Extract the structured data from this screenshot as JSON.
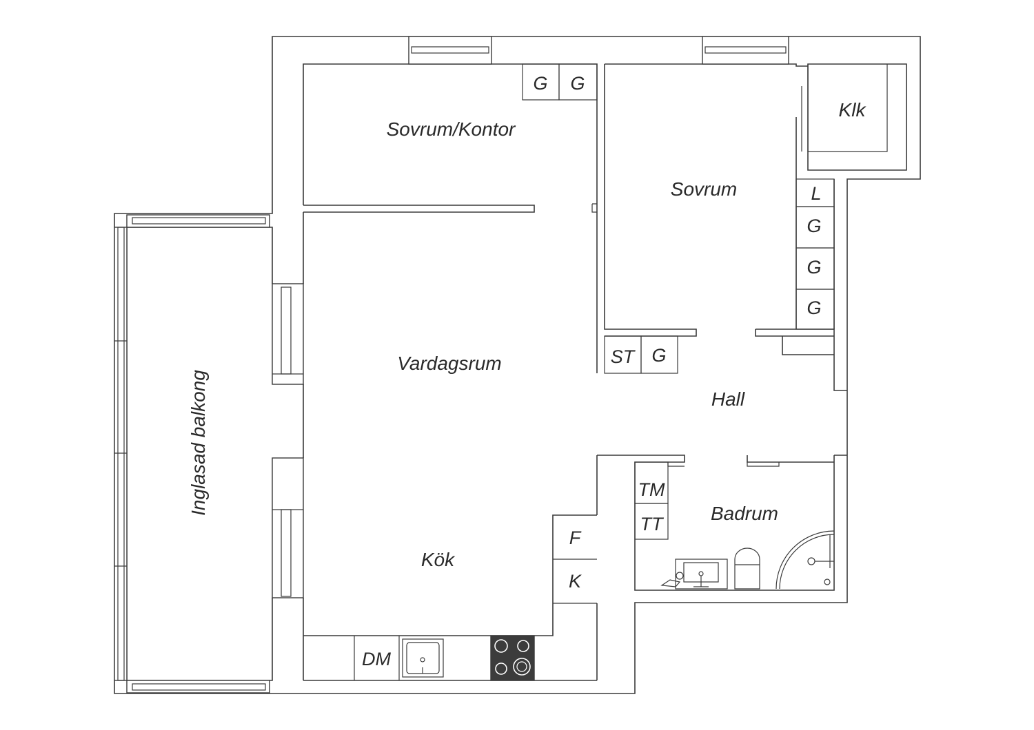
{
  "rooms": {
    "sovrum_kontor": "Sovrum/Kontor",
    "sovrum": "Sovrum",
    "klk": "Klk",
    "vardagsrum": "Vardagsrum",
    "hall": "Hall",
    "badrum": "Badrum",
    "kok": "Kök",
    "balkong": "Inglasad balkong"
  },
  "fixtures": {
    "g": "G",
    "l": "L",
    "st": "ST",
    "tm": "TM",
    "tt": "TT",
    "f": "F",
    "k": "K",
    "dm": "DM"
  },
  "colors": {
    "wall": "#3a3a3a",
    "stove": "#3c3c3c"
  }
}
